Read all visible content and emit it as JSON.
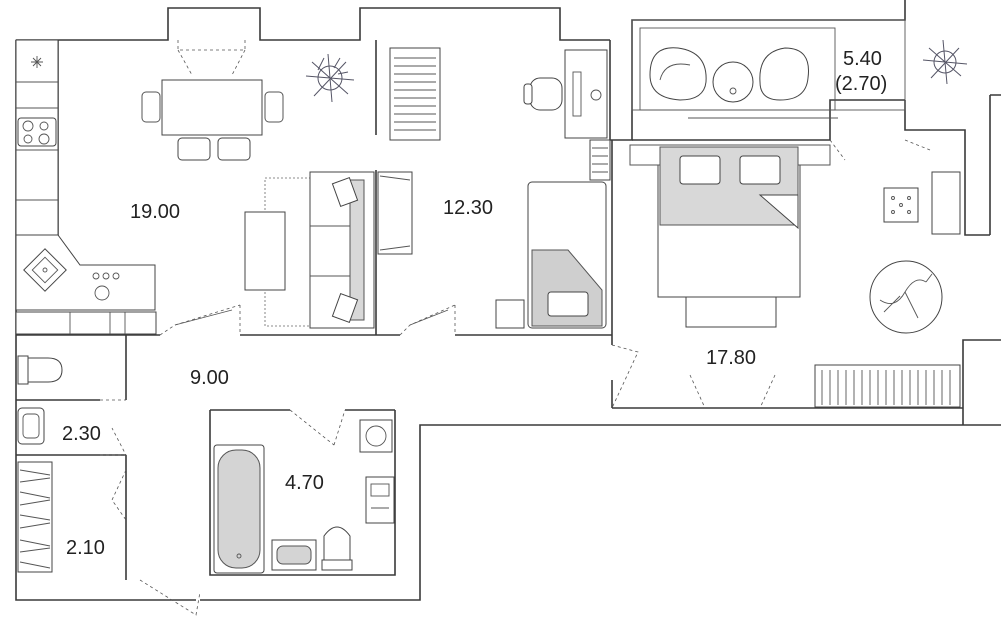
{
  "rooms": {
    "living": "19.00",
    "office": "12.30",
    "balcony_main": "5.40",
    "balcony_sub": "(2.70)",
    "bedroom": "17.80",
    "hall": "9.00",
    "toilet": "2.30",
    "bathroom": "4.70",
    "storage": "2.10"
  },
  "icons": [
    "cooktop-icon",
    "sink-icon",
    "plant-icon",
    "bathtub-icon",
    "toilet-icon",
    "washing-machine-icon",
    "cat-rug-icon"
  ]
}
